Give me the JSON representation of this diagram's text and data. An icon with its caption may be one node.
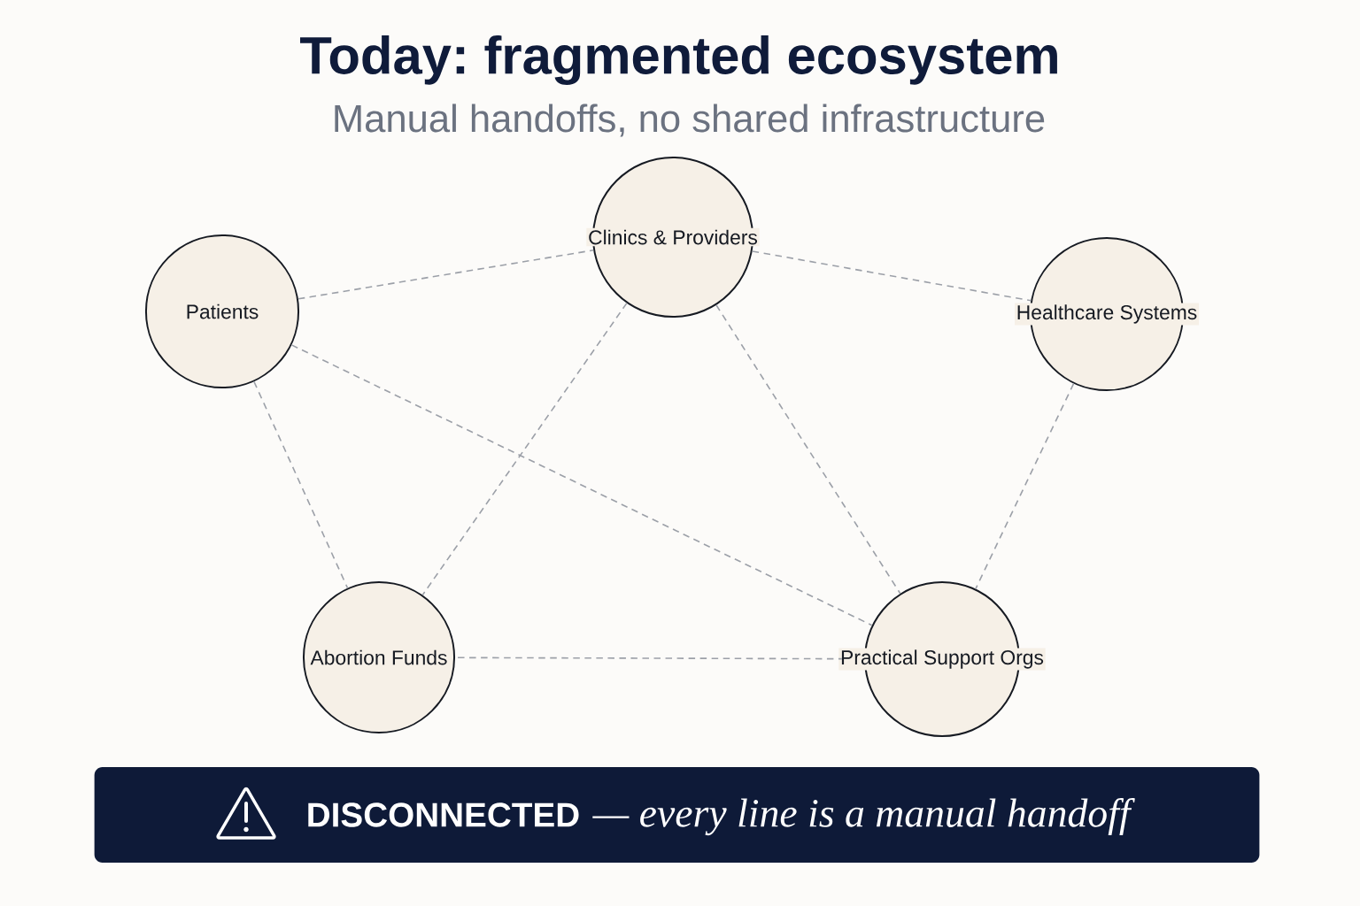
{
  "diagram": {
    "title": "Today: fragmented ecosystem",
    "nodes": [
      {
        "text": [
          "Patients"
        ]
      },
      {
        "text": [
          "Clinics & Providers"
        ]
      },
      {
        "text": [
          "Healthcare Systems"
        ]
      },
      {
        "text": [
          "Abortion Funds"
        ]
      },
      {
        "text": [
          "Practical Support Orgs"
        ]
      },
      {
        "text": [
          "DISCONNECTED",
          "— every line is a manual handoff"
        ]
      }
    ],
    "edges": [
      {
        "from": 0,
        "to": 1,
        "arrow": "none",
        "style": "dashed"
      },
      {
        "from": 1,
        "to": 2,
        "arrow": "none",
        "style": "dashed"
      },
      {
        "from": 0,
        "to": 3,
        "arrow": "none",
        "style": "dashed"
      },
      {
        "from": 0,
        "to": 4,
        "arrow": "none",
        "style": "dashed"
      },
      {
        "from": 1,
        "to": 3,
        "arrow": "none",
        "style": "dashed"
      },
      {
        "from": 1,
        "to": 4,
        "arrow": "none",
        "style": "dashed"
      },
      {
        "from": 2,
        "to": 4,
        "arrow": "none",
        "style": "dashed"
      },
      {
        "from": 3,
        "to": 4,
        "arrow": "none",
        "style": "dashed"
      }
    ],
    "labels": [
      "Manual handoffs, no shared infrastructure"
    ]
  }
}
